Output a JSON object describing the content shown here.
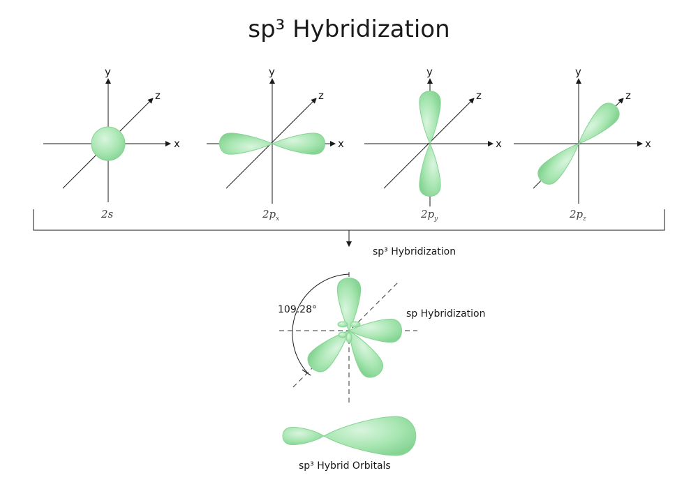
{
  "title": "sp³ Hybridization",
  "axes": {
    "x": "x",
    "y": "y",
    "z": "z"
  },
  "orbitals": [
    {
      "name": "2s",
      "main": "2s",
      "sub": ""
    },
    {
      "name": "2px",
      "main": "2p",
      "sub": "x"
    },
    {
      "name": "2py",
      "main": "2p",
      "sub": "y"
    },
    {
      "name": "2pz",
      "main": "2p",
      "sub": "z"
    }
  ],
  "arrow_label": "sp³ Hybridization",
  "angle_label": "109.28°",
  "sp_label": "sp Hybridization",
  "hybrid_label": "sp³ Hybrid Orbitals",
  "colors": {
    "lobe_fill": "#a8e6b2",
    "lobe_stroke": "#7fcf8e",
    "axis": "#1a1a1a"
  }
}
